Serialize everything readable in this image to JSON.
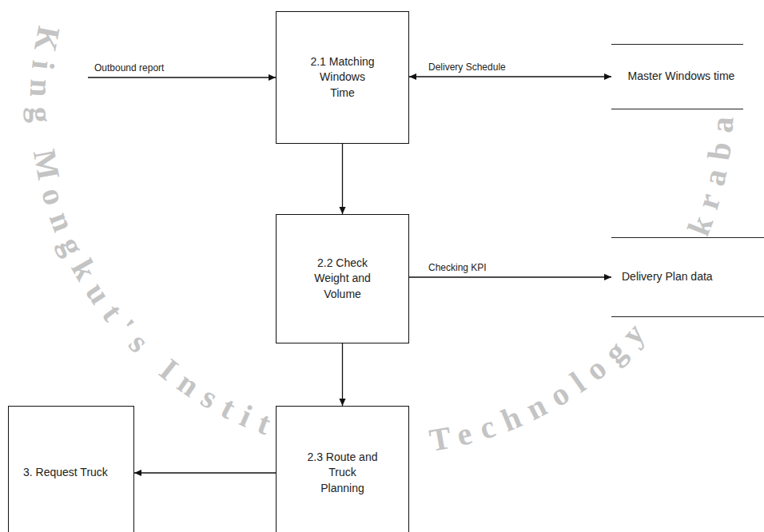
{
  "diagram": {
    "nodes": [
      {
        "text": [
          "2.1 Matching Windows Time"
        ]
      },
      {
        "text": [
          "Master Windows time"
        ]
      },
      {
        "text": [
          "2.2 Check Weight and Volume"
        ]
      },
      {
        "text": [
          "Delivery Plan data"
        ]
      },
      {
        "text": [
          "3. Request Truck"
        ]
      },
      {
        "text": [
          "2.3 Route and Truck Planning"
        ]
      }
    ],
    "edges": [
      {
        "from": 0,
        "to": 1,
        "label": "Delivery Schedule",
        "arrow": "both"
      },
      {
        "from": 0,
        "to": 2,
        "arrow": "to"
      },
      {
        "from": 2,
        "to": 3,
        "label": "Checking KPI",
        "arrow": "to"
      },
      {
        "from": 2,
        "to": 5,
        "arrow": "to"
      },
      {
        "from": 5,
        "to": 4,
        "arrow": "to"
      }
    ],
    "labels": [
      "Outbound report",
      "King Mongkut's Institute of Technology Ladkrabang"
    ]
  }
}
